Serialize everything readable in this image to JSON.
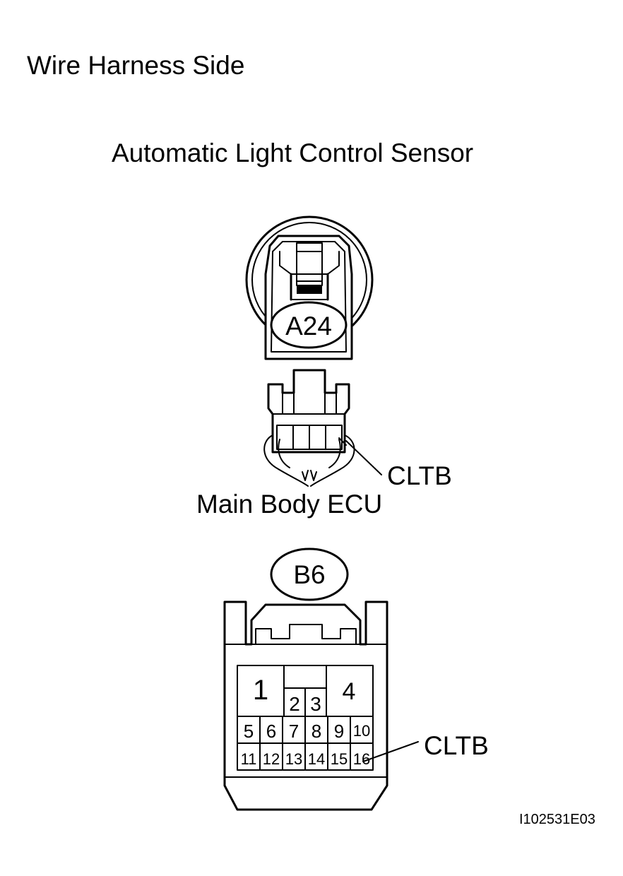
{
  "heading": "Wire Harness Side",
  "sensor": {
    "title": "Automatic Light Control Sensor",
    "connector_code": "A24",
    "terminal_label": "CLTB"
  },
  "ecu": {
    "title": "Main Body ECU",
    "connector_code": "B6",
    "terminal_label": "CLTB",
    "pins": [
      "1",
      "2",
      "3",
      "4",
      "5",
      "6",
      "7",
      "8",
      "9",
      "10",
      "11",
      "12",
      "13",
      "14",
      "15",
      "16"
    ]
  },
  "figure_id": "I102531E03"
}
